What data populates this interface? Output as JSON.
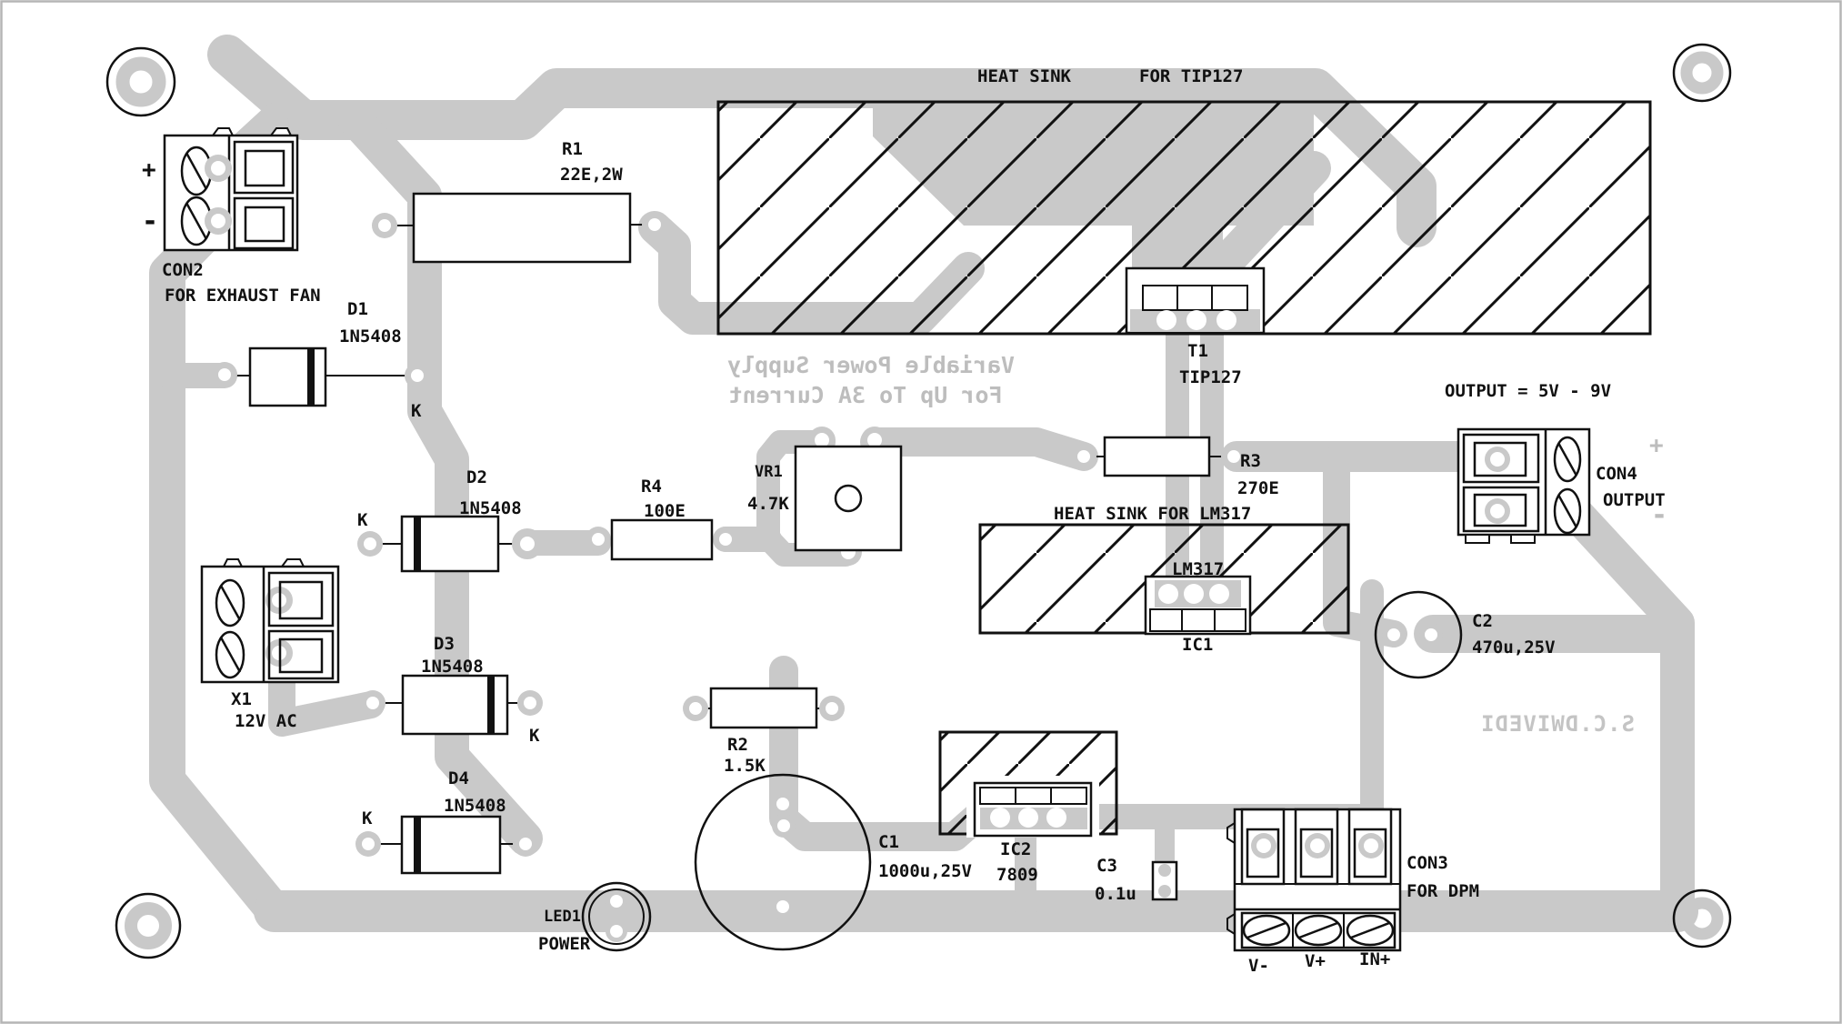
{
  "board": {
    "colors": {
      "trace": "#c9c9c9",
      "silkscreen": "#111111",
      "mirror_text": "#bdbdbd"
    },
    "heatsinks": {
      "tip127_label_a": "HEAT SINK",
      "tip127_label_b": "FOR TIP127",
      "lm317_label": "HEAT SINK FOR LM317"
    },
    "connectors": {
      "con2": {
        "ref": "CON2",
        "desc": "FOR EXHAUST FAN",
        "plus": "+",
        "minus": "-"
      },
      "x1": {
        "ref": "X1",
        "desc": "12V AC"
      },
      "con3": {
        "ref": "CON3",
        "desc": "FOR DPM",
        "pin1": "V-",
        "pin2": "V+",
        "pin3": "IN+"
      },
      "con4": {
        "ref": "CON4",
        "desc": "OUTPUT",
        "plus": "+",
        "minus": "-"
      }
    },
    "resistors": {
      "r1": {
        "ref": "R1",
        "value": "22E,2W"
      },
      "r2": {
        "ref": "R2",
        "value": "1.5K"
      },
      "r3": {
        "ref": "R3",
        "value": "270E"
      },
      "r4": {
        "ref": "R4",
        "value": "100E"
      },
      "vr1": {
        "ref": "VR1",
        "value": "4.7K"
      }
    },
    "diodes": {
      "d1": {
        "ref": "D1",
        "value": "1N5408",
        "cathode": "K"
      },
      "d2": {
        "ref": "D2",
        "value": "1N5408",
        "cathode": "K"
      },
      "d3": {
        "ref": "D3",
        "value": "1N5408",
        "cathode": "K"
      },
      "d4": {
        "ref": "D4",
        "value": "1N5408",
        "cathode": "K"
      }
    },
    "capacitors": {
      "c1": {
        "ref": "C1",
        "value": "1000u,25V"
      },
      "c2": {
        "ref": "C2",
        "value": "470u,25V"
      },
      "c3": {
        "ref": "C3",
        "value": "0.1u"
      }
    },
    "semiconductors": {
      "t1": {
        "ref": "T1",
        "value": "TIP127"
      },
      "ic1": {
        "ref": "IC1",
        "value": "LM317"
      },
      "ic2": {
        "ref": "IC2",
        "value": "7809"
      }
    },
    "led": {
      "ref": "LED1",
      "desc": "POWER"
    },
    "notes": {
      "output_range": "OUTPUT = 5V - 9V",
      "mirror_line1": "Variable Power Supply",
      "mirror_line2": "For Up To 3A Current",
      "watermark": "S.C.DWIVEDI"
    }
  }
}
